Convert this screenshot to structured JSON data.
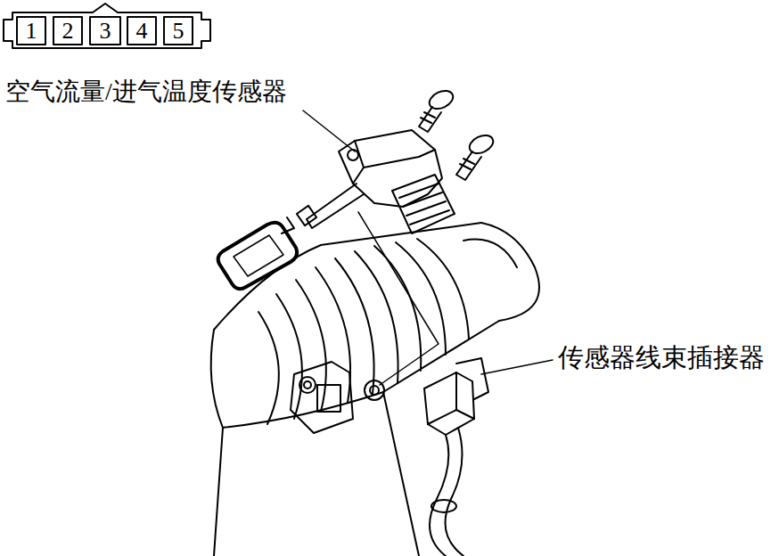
{
  "diagram": {
    "labels": [
      "1",
      "2",
      "3",
      "4",
      "5",
      "空气流量/进气温度传感器",
      "传感器线束插接器"
    ]
  }
}
